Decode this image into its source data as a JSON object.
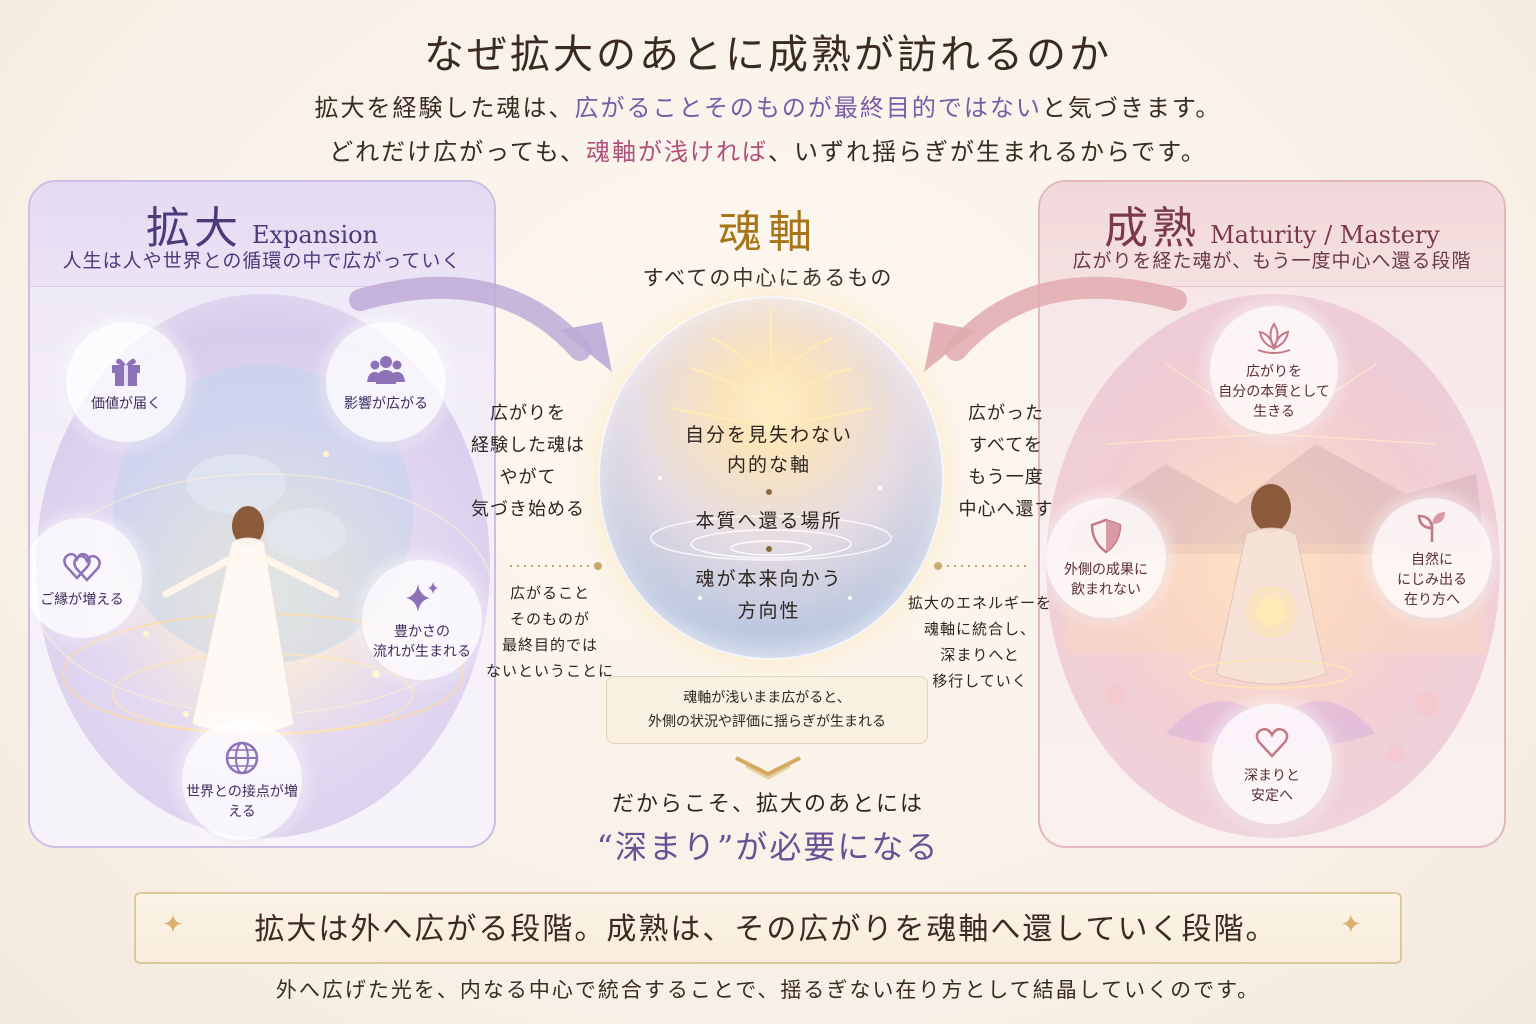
{
  "header": {
    "title": "なぜ拡大のあとに成熟が訪れるのか",
    "intro1_a": "拡大を経験した魂は、",
    "intro1_b": "広がることそのものが最終目的ではない",
    "intro1_c": "と気づきます。",
    "intro2_a": "どれだけ広がっても、",
    "intro2_b": "魂軸が浅ければ",
    "intro2_c": "、いずれ揺らぎが生まれるからです。"
  },
  "left_panel": {
    "title": "拡大",
    "title_en": "Expansion",
    "subtitle": "人生は人や世界との循環の中で広がっていく",
    "nodes": [
      {
        "label": "価値が届く",
        "icon": "gift-icon"
      },
      {
        "label": "影響が広がる",
        "icon": "people-icon"
      },
      {
        "label": "ご縁が増える",
        "icon": "hearts-icon"
      },
      {
        "label": "豊かさの\n流れが生まれる",
        "icon": "sparkle-icon"
      },
      {
        "label": "世界との接点が増える",
        "icon": "globe-icon"
      }
    ]
  },
  "center": {
    "title": "魂軸",
    "subtitle": "すべての中心にあるもの",
    "line1": "自分を見失わない",
    "line2": "内的な軸",
    "line3": "本質へ還る場所",
    "line4": "魂が本来向かう",
    "line5": "方向性",
    "left_text": "広がりを\n経験した魂は\nやがて\n気づき始める",
    "left_small": "広がること\nそのものが\n最終目的では\nないということに",
    "right_text": "広がった\nすべてを\nもう一度\n中心へ還す",
    "right_small": "拡大のエネルギーを\n魂軸に統合し、\n深まりへと\n移行していく",
    "note1": "魂軸が浅いまま広がると、",
    "note2": "外側の状況や評価に揺らぎが生まれる",
    "conclude1": "だからこそ、拡大のあとには",
    "conclude2_q": "“深まり”",
    "conclude2_b": "が必要になる"
  },
  "right_panel": {
    "title": "成熟",
    "title_en": "Maturity / Mastery",
    "subtitle": "広がりを経た魂が、もう一度中心へ還る段階",
    "nodes": [
      {
        "label": "広がりを\n自分の本質として\n生きる",
        "icon": "lotus-icon"
      },
      {
        "label": "外側の成果に\n飲まれない",
        "icon": "shield-icon"
      },
      {
        "label": "自然に\nにじみ出る\n在り方へ",
        "icon": "sprout-icon"
      },
      {
        "label": "深まりと\n安定へ",
        "icon": "heart-icon"
      }
    ]
  },
  "banner": {
    "text": "拡大は外へ広がる段階。成熟は、その広がりを魂軸へ還していく段階。",
    "footer": "外へ広げた光を、内なる中心で統合することで、揺るぎない在り方として結晶していくのです。"
  },
  "colors": {
    "purple": "#7b5aa6",
    "pink": "#b0507a",
    "gold": "#a8741a"
  }
}
